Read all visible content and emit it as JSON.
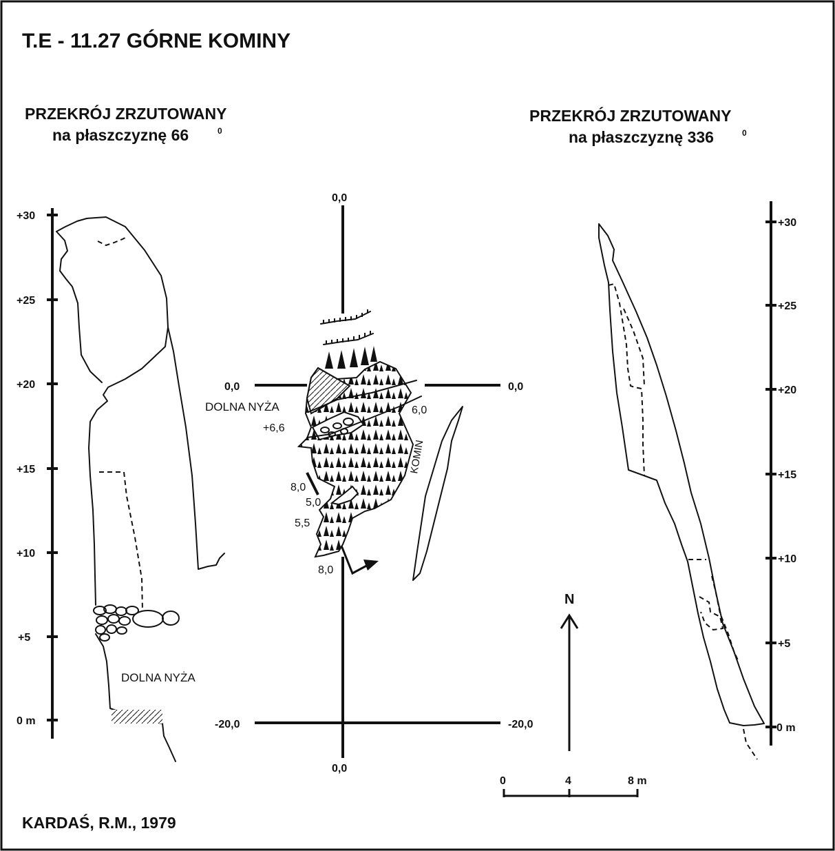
{
  "title": "T.E - 11.27  GÓRNE KOMINY",
  "author": "KARDAŚ, R.M., 1979",
  "left_section": {
    "heading_line1": "PRZEKRÓJ ZRZUTOWANY",
    "heading_line2": "na płaszczyznę 66",
    "degree": "0",
    "ticks": [
      "+30",
      "+25",
      "+20",
      "+15",
      "+10",
      "+5",
      "0 m"
    ],
    "label": "DOLNA NYŻA"
  },
  "right_section": {
    "heading_line1": "PRZEKRÓJ ZRZUTOWANY",
    "heading_line2": "na płaszczyznę 336",
    "degree": "0",
    "ticks": [
      "+30",
      "+25",
      "+20",
      "+15",
      "+10",
      "+5",
      "0 m"
    ]
  },
  "plan": {
    "top": "0,0",
    "left_mid": "0,0",
    "right_mid": "0,0",
    "left_bottom": "-20,0",
    "right_bottom": "-20,0",
    "bottom": "0,0",
    "dolna_nyza": "DOLNA NYŻA",
    "depth_dolna": "+6,6",
    "depth_a": "6,0",
    "depth_b": "8,0",
    "depth_c": "5,0",
    "depth_d": "5,5",
    "depth_e": "8,0",
    "komin": "KOMIN"
  },
  "north": "N",
  "scale_bar": {
    "labels": [
      "0",
      "4",
      "8 m"
    ]
  }
}
